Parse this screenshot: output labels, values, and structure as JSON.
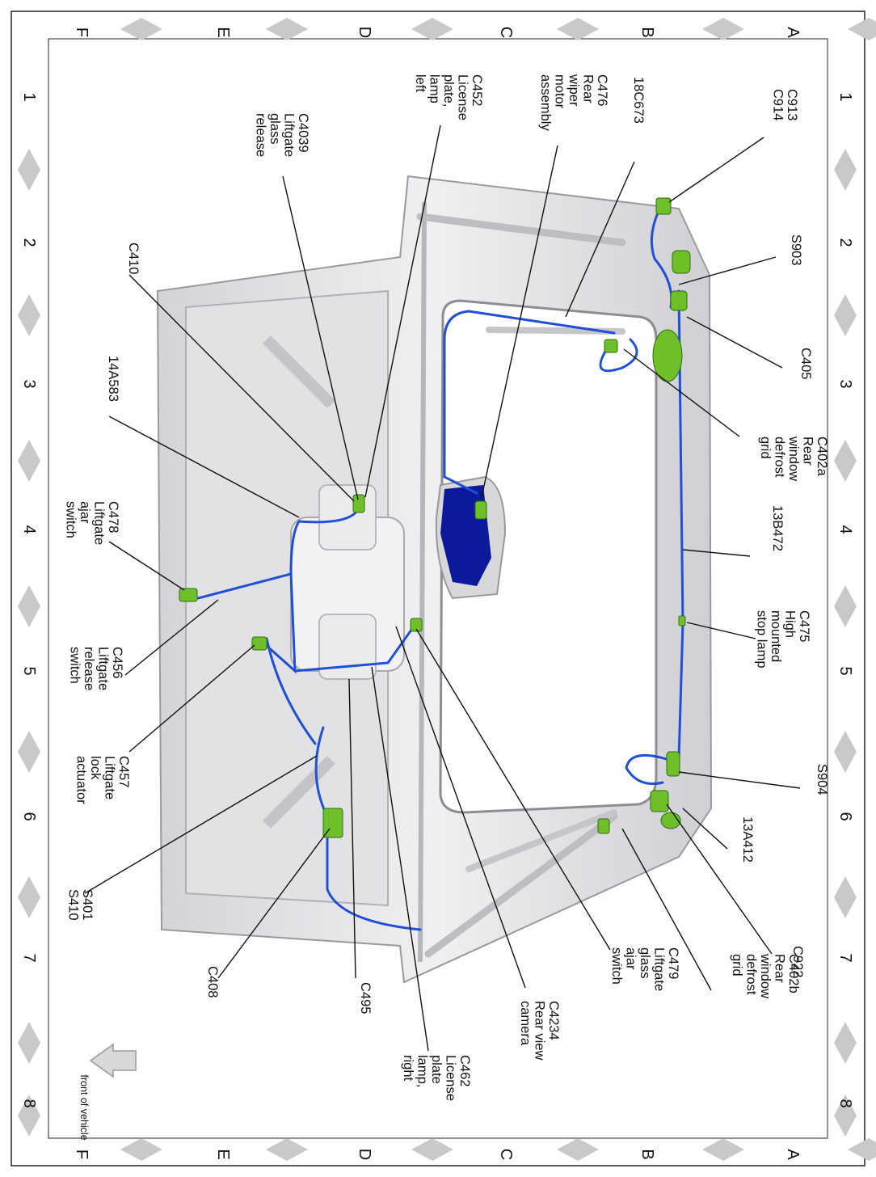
{
  "grid": {
    "rows": [
      "A",
      "B",
      "C",
      "D",
      "E",
      "F"
    ],
    "cols": [
      "1",
      "2",
      "3",
      "4",
      "5",
      "6",
      "7",
      "8"
    ]
  },
  "labels": [
    {
      "id": "c913-c914",
      "lines": [
        "C913",
        "C914"
      ]
    },
    {
      "id": "18c673",
      "lines": [
        "18C673"
      ]
    },
    {
      "id": "c476",
      "lines": [
        "C476",
        "Rear",
        "wiper",
        "motor",
        "assembly"
      ]
    },
    {
      "id": "c452",
      "lines": [
        "C452",
        "License",
        "plate,",
        "lamp",
        "left"
      ]
    },
    {
      "id": "c4039",
      "lines": [
        "C4039",
        "Liftgate",
        "glass",
        "release"
      ]
    },
    {
      "id": "c410",
      "lines": [
        "C410"
      ]
    },
    {
      "id": "14a583",
      "lines": [
        "14A583"
      ]
    },
    {
      "id": "c478",
      "lines": [
        "C478",
        "Liftgate",
        "ajar",
        "switch"
      ]
    },
    {
      "id": "c456",
      "lines": [
        "C456",
        "Liftgate",
        "release",
        "switch"
      ]
    },
    {
      "id": "c457",
      "lines": [
        "C457",
        "Liftgate",
        "lock",
        "actuator"
      ]
    },
    {
      "id": "s401-s410",
      "lines": [
        "S401",
        "S410"
      ]
    },
    {
      "id": "c408",
      "lines": [
        "C408"
      ]
    },
    {
      "id": "c495",
      "lines": [
        "C495"
      ]
    },
    {
      "id": "c462",
      "lines": [
        "C462",
        "License",
        "plate",
        "lamp,",
        "right"
      ]
    },
    {
      "id": "c4234",
      "lines": [
        "C4234",
        "Rear view",
        "camera"
      ]
    },
    {
      "id": "c479",
      "lines": [
        "C479",
        "Liftgate",
        "glass",
        "ajar",
        "switch"
      ]
    },
    {
      "id": "c402b",
      "lines": [
        "C402b",
        "Rear",
        "window",
        "defrost",
        "grid"
      ]
    },
    {
      "id": "c922",
      "lines": [
        "C922"
      ]
    },
    {
      "id": "13a412",
      "lines": [
        "13A412"
      ]
    },
    {
      "id": "s904",
      "lines": [
        "S904"
      ]
    },
    {
      "id": "c475",
      "lines": [
        "C475",
        "High",
        "mounted",
        "stop lamp"
      ]
    },
    {
      "id": "13b472",
      "lines": [
        "13B472"
      ]
    },
    {
      "id": "c402a",
      "lines": [
        "C402a",
        "Rear",
        "window",
        "defrost",
        "grid"
      ]
    },
    {
      "id": "c405",
      "lines": [
        "C405"
      ]
    },
    {
      "id": "s903",
      "lines": [
        "S903"
      ]
    }
  ],
  "front_of_vehicle": "front of vehicle",
  "colors": {
    "wire": "#1f4fd6",
    "connector": "#6fbf2a",
    "motor": "#0b1a9a",
    "panel": "#e8e8ea",
    "diamond": "#c9c9c9"
  }
}
